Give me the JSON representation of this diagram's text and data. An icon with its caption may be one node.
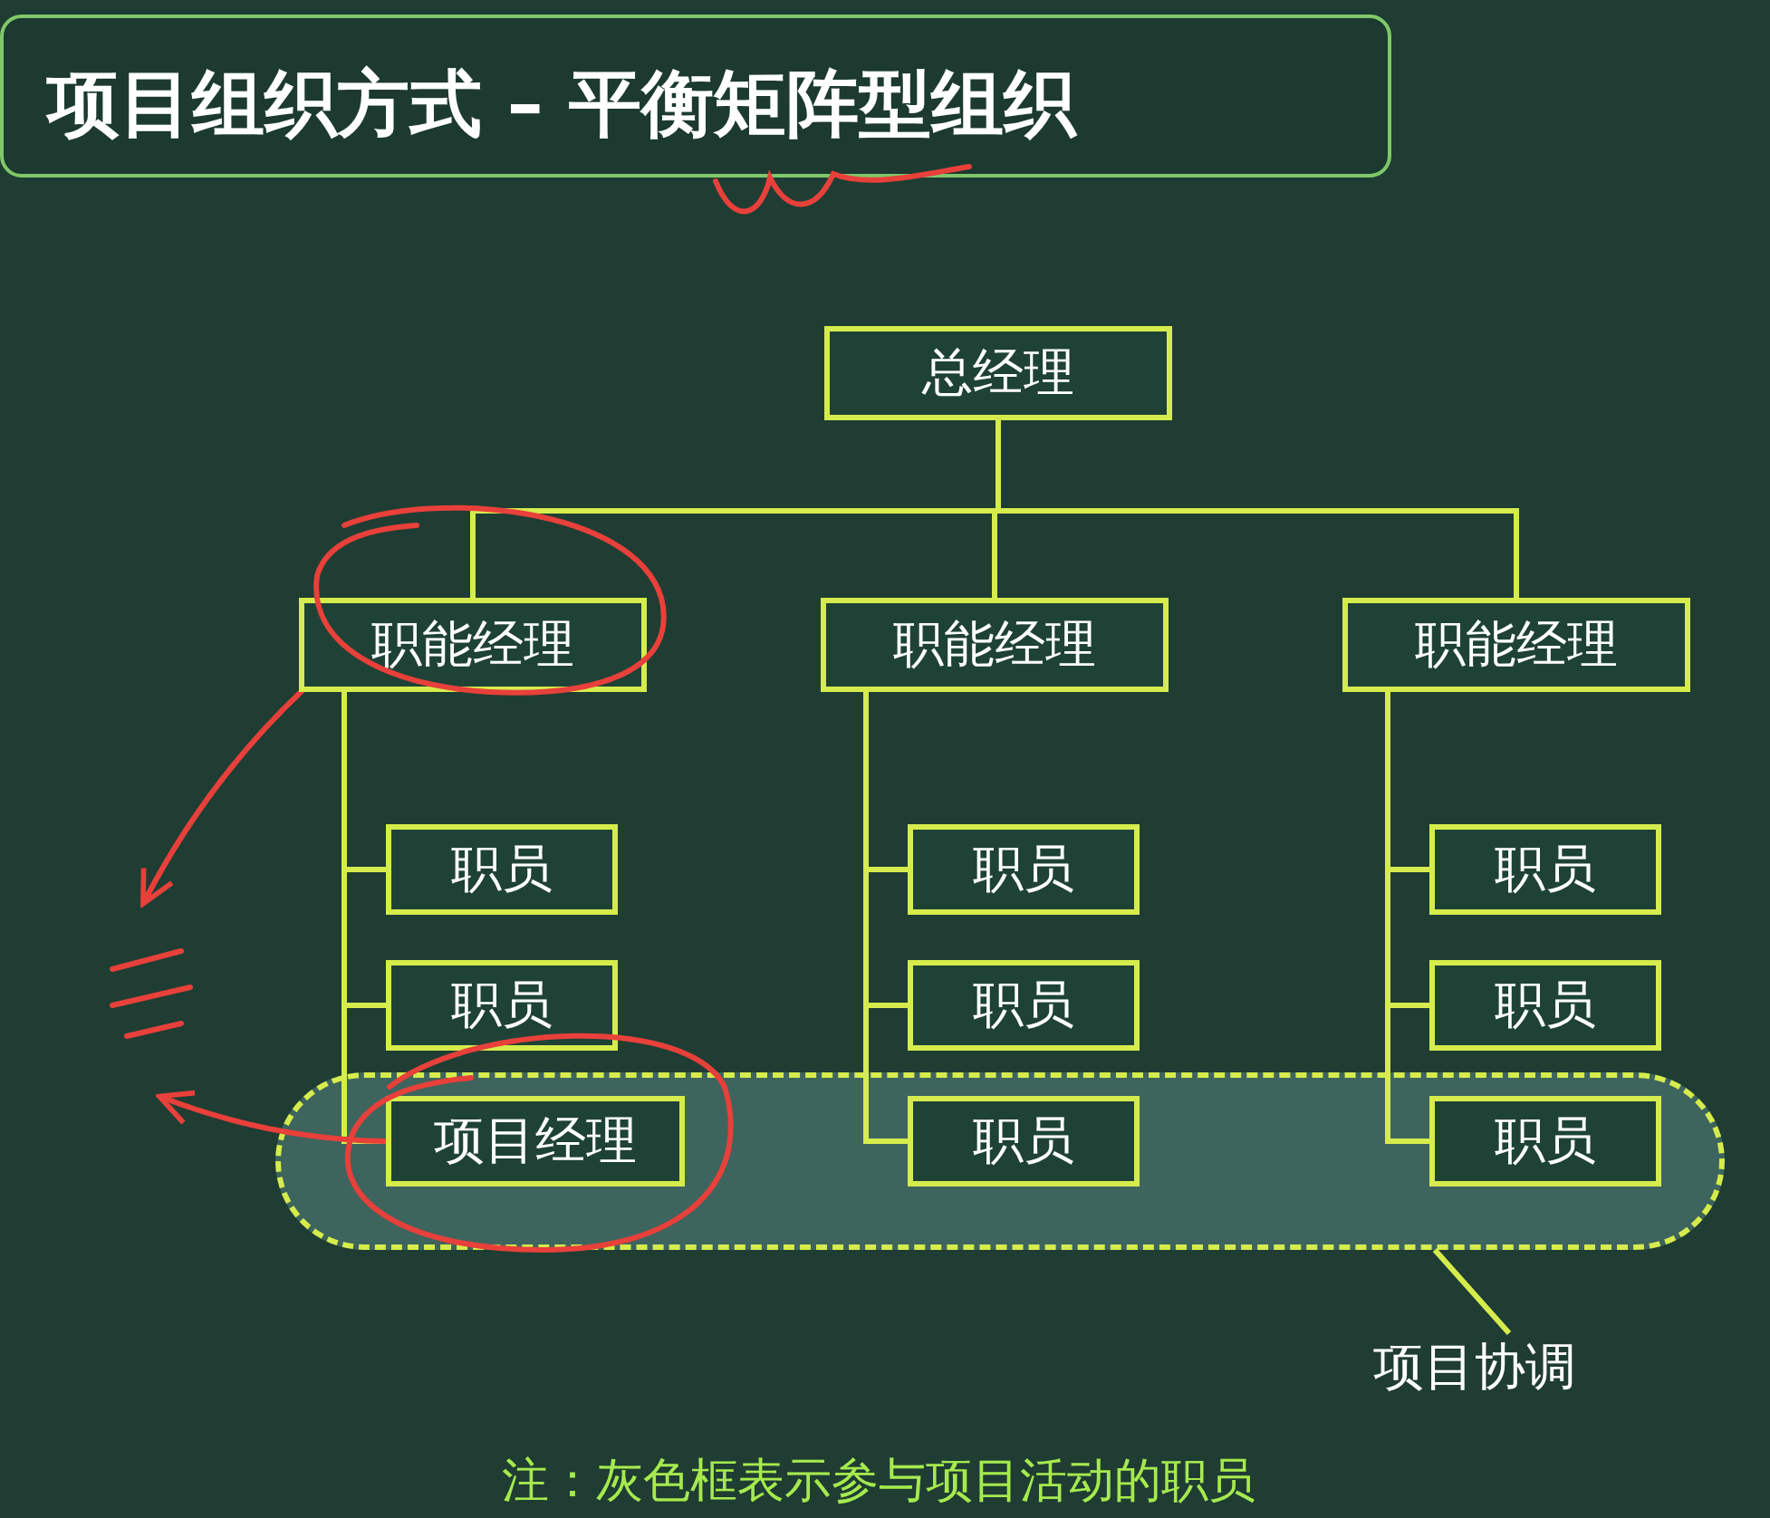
{
  "diagram": {
    "title": "项目组织方式 – 平衡矩阵型组织",
    "caption": "注：灰色框表示参与项目活动的职员",
    "nodes": [
      {
        "text": [
          "总经理"
        ]
      },
      {
        "text": [
          "职能经理"
        ]
      },
      {
        "text": [
          "职能经理"
        ]
      },
      {
        "text": [
          "职能经理"
        ]
      },
      {
        "text": [],
        "shape": "band"
      },
      {
        "text": [
          "职员"
        ]
      },
      {
        "text": [
          "职员"
        ]
      },
      {
        "text": [
          "项目经理"
        ],
        "in": 4
      },
      {
        "text": [
          "职员"
        ]
      },
      {
        "text": [
          "职员"
        ]
      },
      {
        "text": [
          "职员"
        ],
        "in": 4
      },
      {
        "text": [
          "职员"
        ]
      },
      {
        "text": [
          "职员"
        ]
      },
      {
        "text": [
          "职员"
        ],
        "in": 4
      },
      {
        "text": [
          "项目协调"
        ]
      }
    ],
    "edges": [
      {
        "from": 0,
        "to": 1,
        "arrow": "none"
      },
      {
        "from": 0,
        "to": 2,
        "arrow": "none"
      },
      {
        "from": 0,
        "to": 3,
        "arrow": "none"
      },
      {
        "from": 1,
        "to": 5,
        "arrow": "none"
      },
      {
        "from": 1,
        "to": 6,
        "arrow": "none"
      },
      {
        "from": 1,
        "to": 7,
        "arrow": "none"
      },
      {
        "from": 2,
        "to": 8,
        "arrow": "none"
      },
      {
        "from": 2,
        "to": 9,
        "arrow": "none"
      },
      {
        "from": 2,
        "to": 10,
        "arrow": "none"
      },
      {
        "from": 3,
        "to": 11,
        "arrow": "none"
      },
      {
        "from": 3,
        "to": 12,
        "arrow": "none"
      },
      {
        "from": 3,
        "to": 13,
        "arrow": "none"
      },
      {
        "from": 14,
        "to": 4,
        "arrow": "none"
      },
      {
        "from": 1,
        "to": null,
        "arrow": "to",
        "color": "#e8403a"
      },
      {
        "from": 7,
        "to": null,
        "arrow": "to",
        "color": "#e8403a"
      }
    ]
  }
}
